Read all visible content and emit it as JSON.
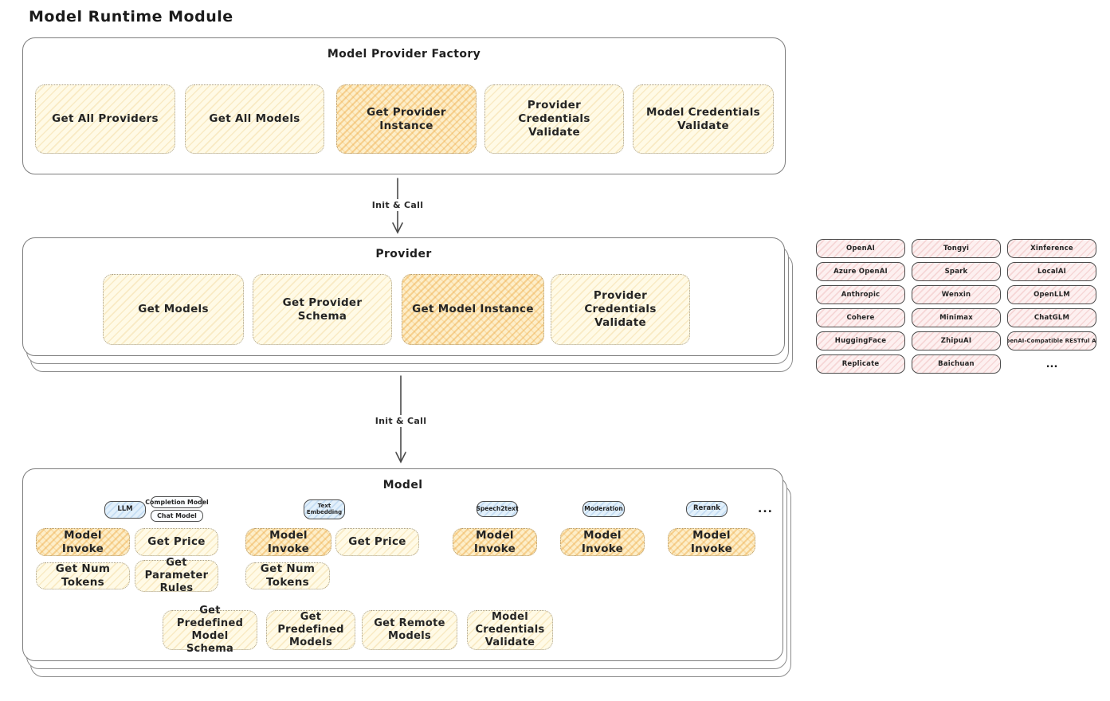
{
  "page_title": "Model Runtime Module",
  "arrows": {
    "top_label": "Init & Call",
    "bottom_label": "Init & Call"
  },
  "factory": {
    "title": "Model Provider Factory",
    "items": [
      {
        "label": "Get All Providers",
        "highlighted": false
      },
      {
        "label": "Get All Models",
        "highlighted": false
      },
      {
        "label": "Get Provider Instance",
        "highlighted": true
      },
      {
        "label": "Provider Credentials Validate",
        "highlighted": false
      },
      {
        "label": "Model Credentials Validate",
        "highlighted": false
      }
    ]
  },
  "provider": {
    "title": "Provider",
    "items": [
      {
        "label": "Get Models",
        "highlighted": false
      },
      {
        "label": "Get Provider Schema",
        "highlighted": false
      },
      {
        "label": "Get Model Instance",
        "highlighted": true
      },
      {
        "label": "Provider Credentials Validate",
        "highlighted": false
      }
    ]
  },
  "provider_list": {
    "rows": [
      [
        "OpenAI",
        "Tongyi",
        "Xinference"
      ],
      [
        "Azure OpenAI",
        "Spark",
        "LocalAI"
      ],
      [
        "Anthropic",
        "Wenxin",
        "OpenLLM"
      ],
      [
        "Cohere",
        "Minimax",
        "ChatGLM"
      ],
      [
        "HuggingFace",
        "ZhipuAI",
        "OpenAI-Compatible RESTful API"
      ],
      [
        "Replicate",
        "Baichuan"
      ]
    ],
    "ellipsis": "..."
  },
  "model": {
    "title": "Model",
    "tags": {
      "llm": "LLM",
      "completion": "Completion Model",
      "chat": "Chat Model",
      "text_embedding": "Text Embedding",
      "speech2text": "Speech2text",
      "moderation": "Moderation",
      "rerank": "Rerank"
    },
    "ellipsis": "...",
    "row1": [
      {
        "label": "Model Invoke",
        "highlighted": true
      },
      {
        "label": "Get Price",
        "highlighted": false
      },
      {
        "label": "Model Invoke",
        "highlighted": true
      },
      {
        "label": "Get Price",
        "highlighted": false
      },
      {
        "label": "Model Invoke",
        "highlighted": true
      },
      {
        "label": "Model Invoke",
        "highlighted": true
      },
      {
        "label": "Model Invoke",
        "highlighted": true
      }
    ],
    "row2": [
      "Get Num Tokens",
      "Get Parameter Rules",
      "Get Num Tokens"
    ],
    "row3": [
      "Get Predefined Model Schema",
      "Get Predefined Models",
      "Get Remote Models",
      "Model Credentials Validate"
    ]
  },
  "colors": {
    "yellow_fill": "#fffae6",
    "yellow_highlight": "#fdeec9",
    "pink_fill": "#fdf0f0",
    "blue_fill": "#e2f0fb",
    "stroke_dark": "#4a4a4a",
    "stroke_gray": "#7d7d7d"
  }
}
